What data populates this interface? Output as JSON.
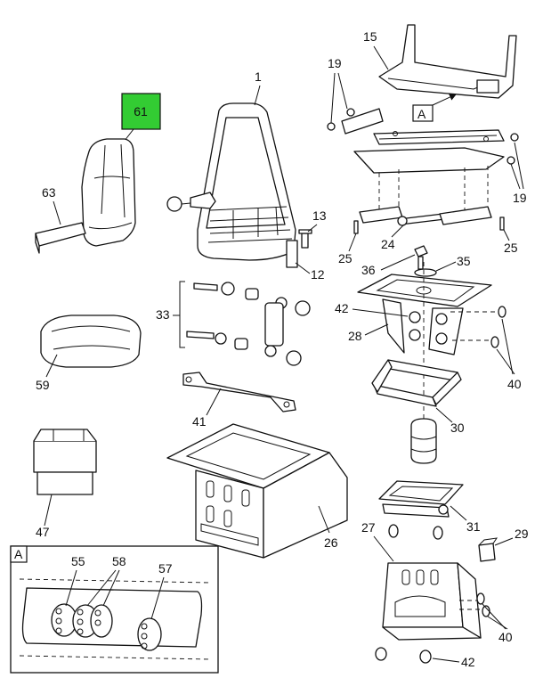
{
  "callouts": {
    "c1": "1",
    "c12": "12",
    "c13": "13",
    "c15": "15",
    "c19a": "19",
    "c19b": "19",
    "c24": "24",
    "c25a": "25",
    "c25b": "25",
    "c26": "26",
    "c27": "27",
    "c28": "28",
    "c29": "29",
    "c30": "30",
    "c31": "31",
    "c33": "33",
    "c35": "35",
    "c36": "36",
    "c40a": "40",
    "c40b": "40",
    "c41": "41",
    "c42a": "42",
    "c42b": "42",
    "c47": "47",
    "c55": "55",
    "c57": "57",
    "c58": "58",
    "c59": "59",
    "c61": "61",
    "c63": "63"
  },
  "view_tags": {
    "main": "A",
    "inset": "A"
  },
  "colors": {
    "highlight": "#33cc33",
    "line": "#111111"
  }
}
